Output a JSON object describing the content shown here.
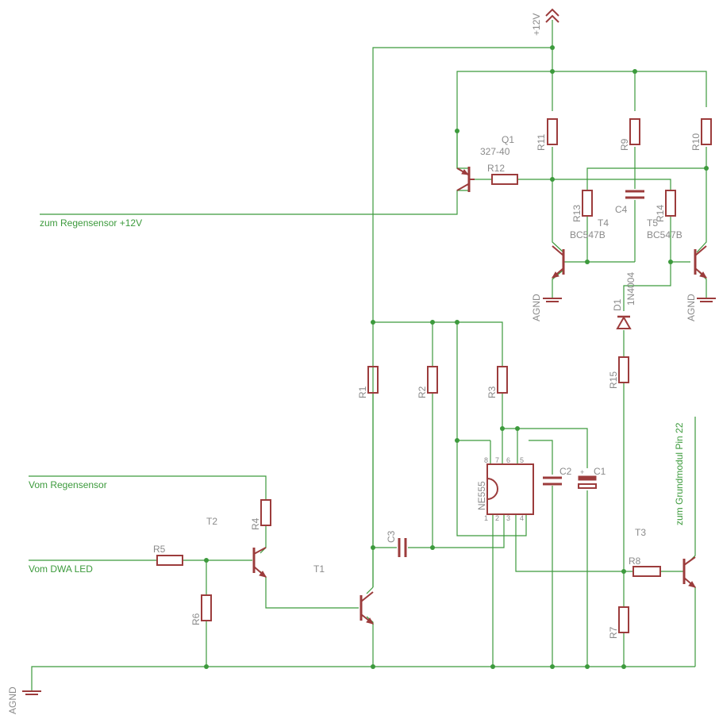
{
  "nets": {
    "vcc": "+12V",
    "agnd": "AGND",
    "rain_sensor_12v": "zum Regensensor +12V",
    "from_rain_sensor": "Vom Regensensor",
    "from_dwa_led": "Vom DWA LED",
    "to_base_module": "zum Grundmodul Pin 22"
  },
  "resistors": {
    "R1": "R1",
    "R2": "R2",
    "R3": "R3",
    "R4": "R4",
    "R5": "R5",
    "R6": "R6",
    "R7": "R7",
    "R8": "R8",
    "R9": "R9",
    "R10": "R10",
    "R11": "R11",
    "R12": "R12",
    "R13": "R13",
    "R14": "R14",
    "R15": "R15"
  },
  "capacitors": {
    "C1": "C1",
    "C2": "C2",
    "C3": "C3",
    "C4": "C4"
  },
  "transistors": {
    "Q1": {
      "name": "Q1",
      "value": "327-40"
    },
    "T1": {
      "name": "T1"
    },
    "T2": {
      "name": "T2"
    },
    "T3": {
      "name": "T3"
    },
    "T4": {
      "name": "T4",
      "value": "BC547B"
    },
    "T5": {
      "name": "T5",
      "value": "BC547B"
    }
  },
  "diode": {
    "name": "D1",
    "value": "1N4004"
  },
  "ic": {
    "name": "NE555",
    "pins_top": [
      "8",
      "7",
      "6",
      "5"
    ],
    "pins_bottom": [
      "1",
      "2",
      "3",
      "4"
    ]
  },
  "polarity_mark": "+"
}
